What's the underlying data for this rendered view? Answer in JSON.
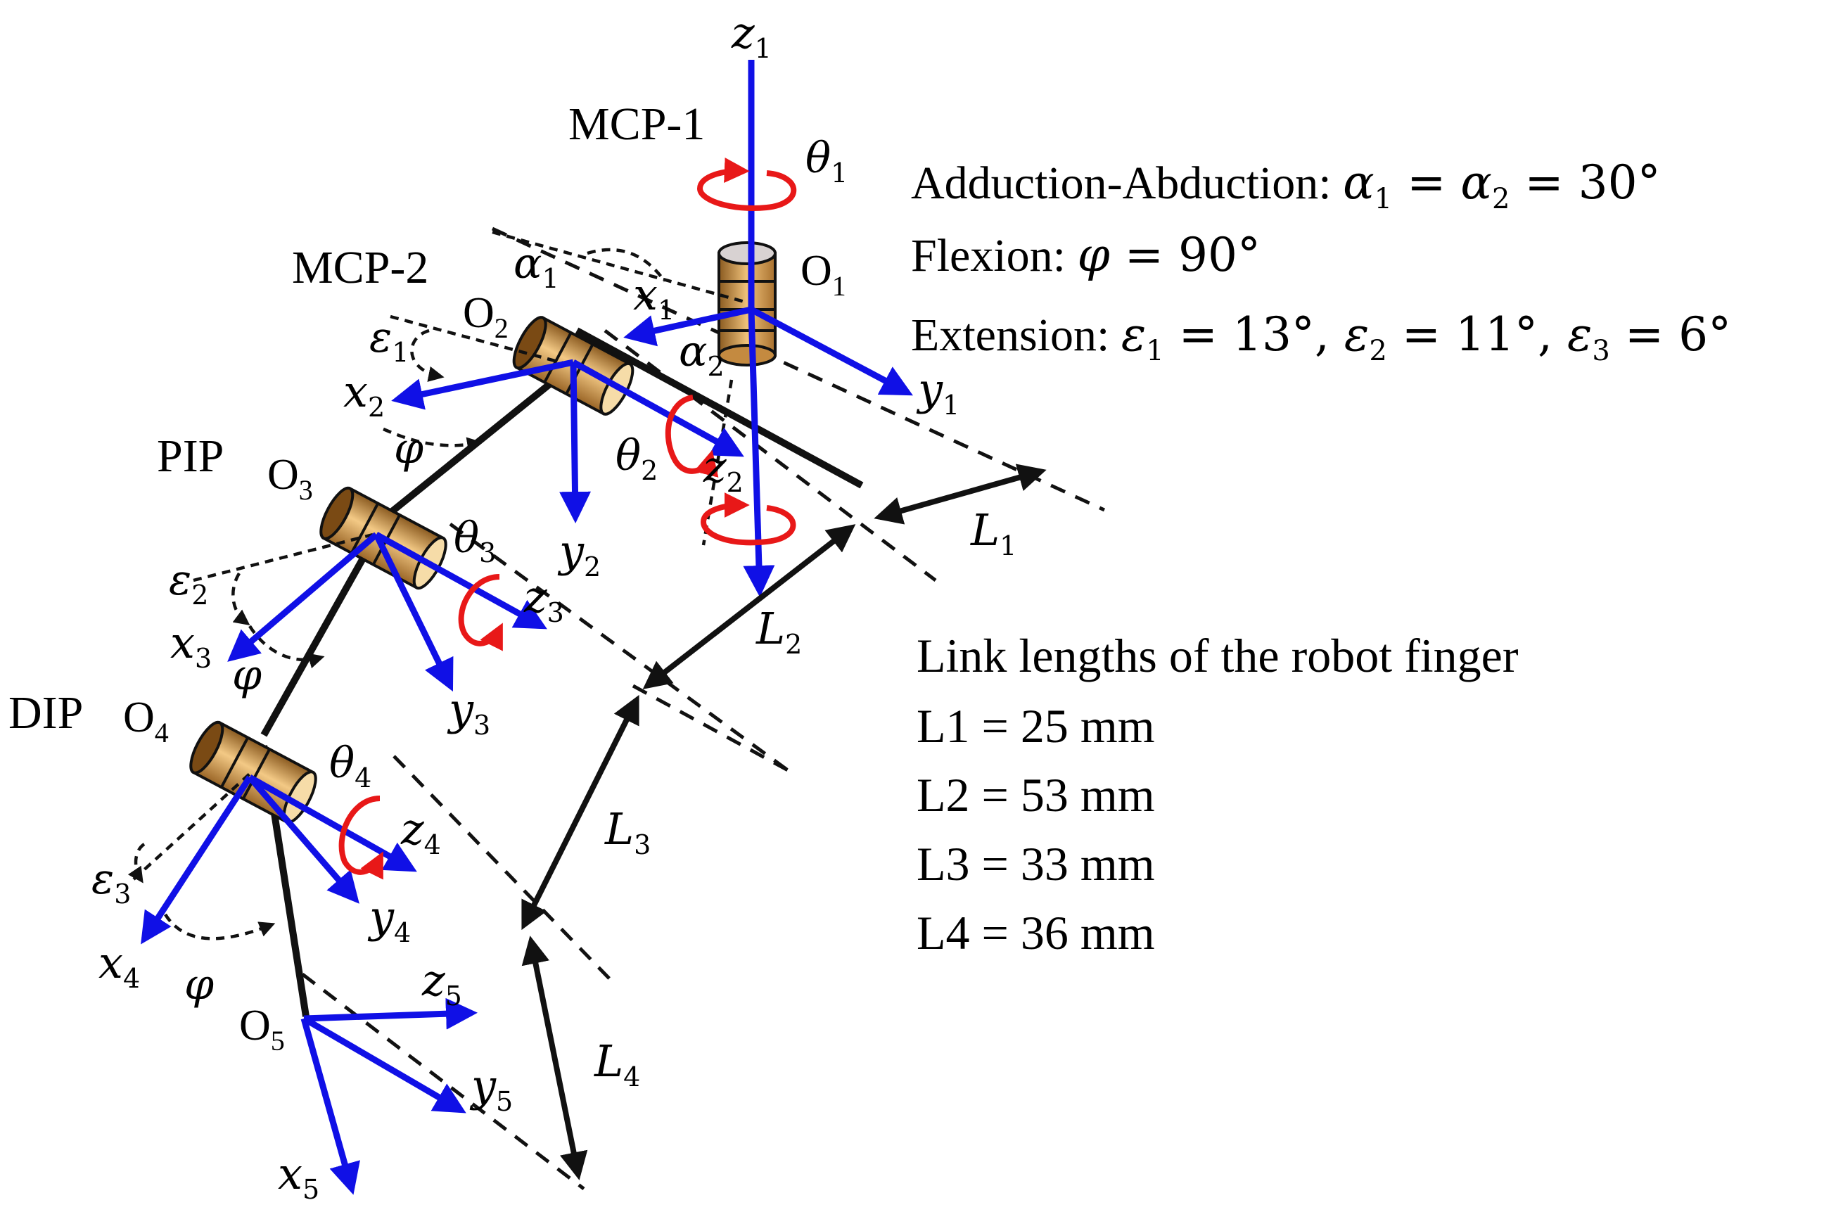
{
  "joints": {
    "mcp1": "MCP-1",
    "mcp2": "MCP-2",
    "pip": "PIP",
    "dip": "DIP"
  },
  "origins": {
    "o1": {
      "base": "O",
      "sub": "1"
    },
    "o2": {
      "base": "O",
      "sub": "2"
    },
    "o3": {
      "base": "O",
      "sub": "3"
    },
    "o4": {
      "base": "O",
      "sub": "4"
    },
    "o5": {
      "base": "O",
      "sub": "5"
    }
  },
  "axes": {
    "z1": {
      "base": "z",
      "sub": "1"
    },
    "x1": {
      "base": "x",
      "sub": "1"
    },
    "y1": {
      "base": "y",
      "sub": "1"
    },
    "x2": {
      "base": "x",
      "sub": "2"
    },
    "y2": {
      "base": "y",
      "sub": "2"
    },
    "z2": {
      "base": "z",
      "sub": "2"
    },
    "x3": {
      "base": "x",
      "sub": "3"
    },
    "y3": {
      "base": "y",
      "sub": "3"
    },
    "z3": {
      "base": "z",
      "sub": "3"
    },
    "x4": {
      "base": "x",
      "sub": "4"
    },
    "y4": {
      "base": "y",
      "sub": "4"
    },
    "z4": {
      "base": "z",
      "sub": "4"
    },
    "x5": {
      "base": "x",
      "sub": "5"
    },
    "y5": {
      "base": "y",
      "sub": "5"
    },
    "z5": {
      "base": "z",
      "sub": "5"
    }
  },
  "angles": {
    "theta1": {
      "base": "θ",
      "sub": "1"
    },
    "theta2": {
      "base": "θ",
      "sub": "2"
    },
    "theta3": {
      "base": "θ",
      "sub": "3"
    },
    "theta4": {
      "base": "θ",
      "sub": "4"
    },
    "alpha1": {
      "base": "α",
      "sub": "1"
    },
    "alpha2": {
      "base": "α",
      "sub": "2"
    },
    "eps1": {
      "base": "ε",
      "sub": "1"
    },
    "eps2": {
      "base": "ε",
      "sub": "2"
    },
    "eps3": {
      "base": "ε",
      "sub": "3"
    },
    "phi": "φ"
  },
  "links": {
    "l1": {
      "base": "L",
      "sub": "1"
    },
    "l2": {
      "base": "L",
      "sub": "2"
    },
    "l3": {
      "base": "L",
      "sub": "3"
    },
    "l4": {
      "base": "L",
      "sub": "4"
    }
  },
  "spec": {
    "adduction": {
      "label": "Adduction-Abduction: ",
      "a1": "α",
      "a1_sub": "1",
      "eq1": " = ",
      "a2": "α",
      "a2_sub": "2",
      "eq2": " = 30°"
    },
    "flexion": {
      "label": "Flexion: ",
      "sym": "φ",
      "val": " = 90°"
    },
    "extension": {
      "label": "Extension: ",
      "e1": "ε",
      "e1_sub": "1",
      "e1_val": " = 13°, ",
      "e2": "ε",
      "e2_sub": "2",
      "e2_val": " = 11°, ",
      "e3": "ε",
      "e3_sub": "3",
      "e3_val": " = 6°"
    }
  },
  "link_lengths": {
    "title": "Link lengths of the robot finger",
    "items": [
      "L1 = 25 mm",
      "L2 = 53 mm",
      "L3 = 33 mm",
      "L4 = 36 mm"
    ]
  },
  "colors": {
    "axis": "#1010e6",
    "rotation": "#e81818",
    "link": "#111111",
    "joint_body": "#d9a35a"
  }
}
